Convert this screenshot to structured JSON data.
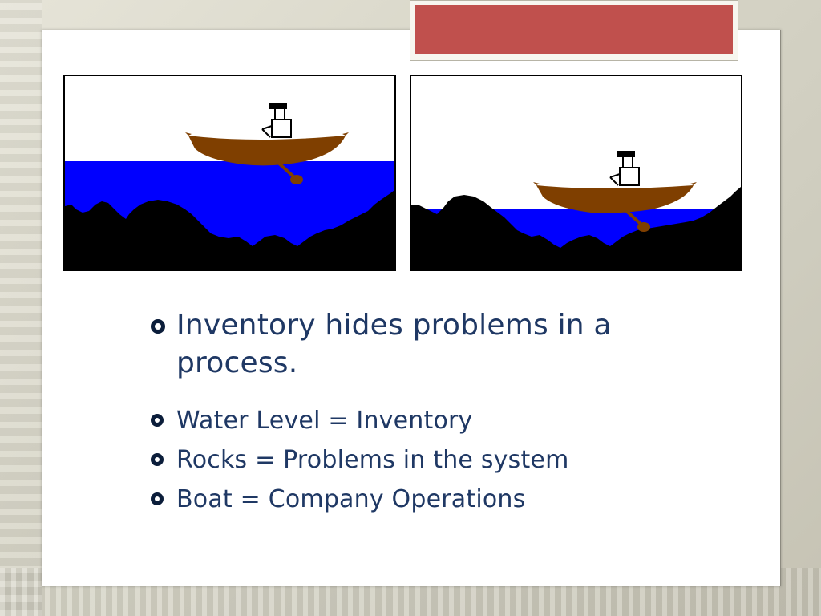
{
  "slide": {
    "title": "",
    "bullets": {
      "main": "Inventory hides problems in a process.",
      "items": [
        "Water Level = Inventory",
        "Rocks = Problems in the system",
        "Boat = Company Operations"
      ]
    }
  },
  "images": {
    "left": "boat-high-water-icon",
    "right": "boat-low-water-icon"
  },
  "colors": {
    "title_bar": "#c0504d",
    "water": "#0000ff",
    "boat": "#7f3f00",
    "rocks": "#000000",
    "text": "#1f3864"
  }
}
